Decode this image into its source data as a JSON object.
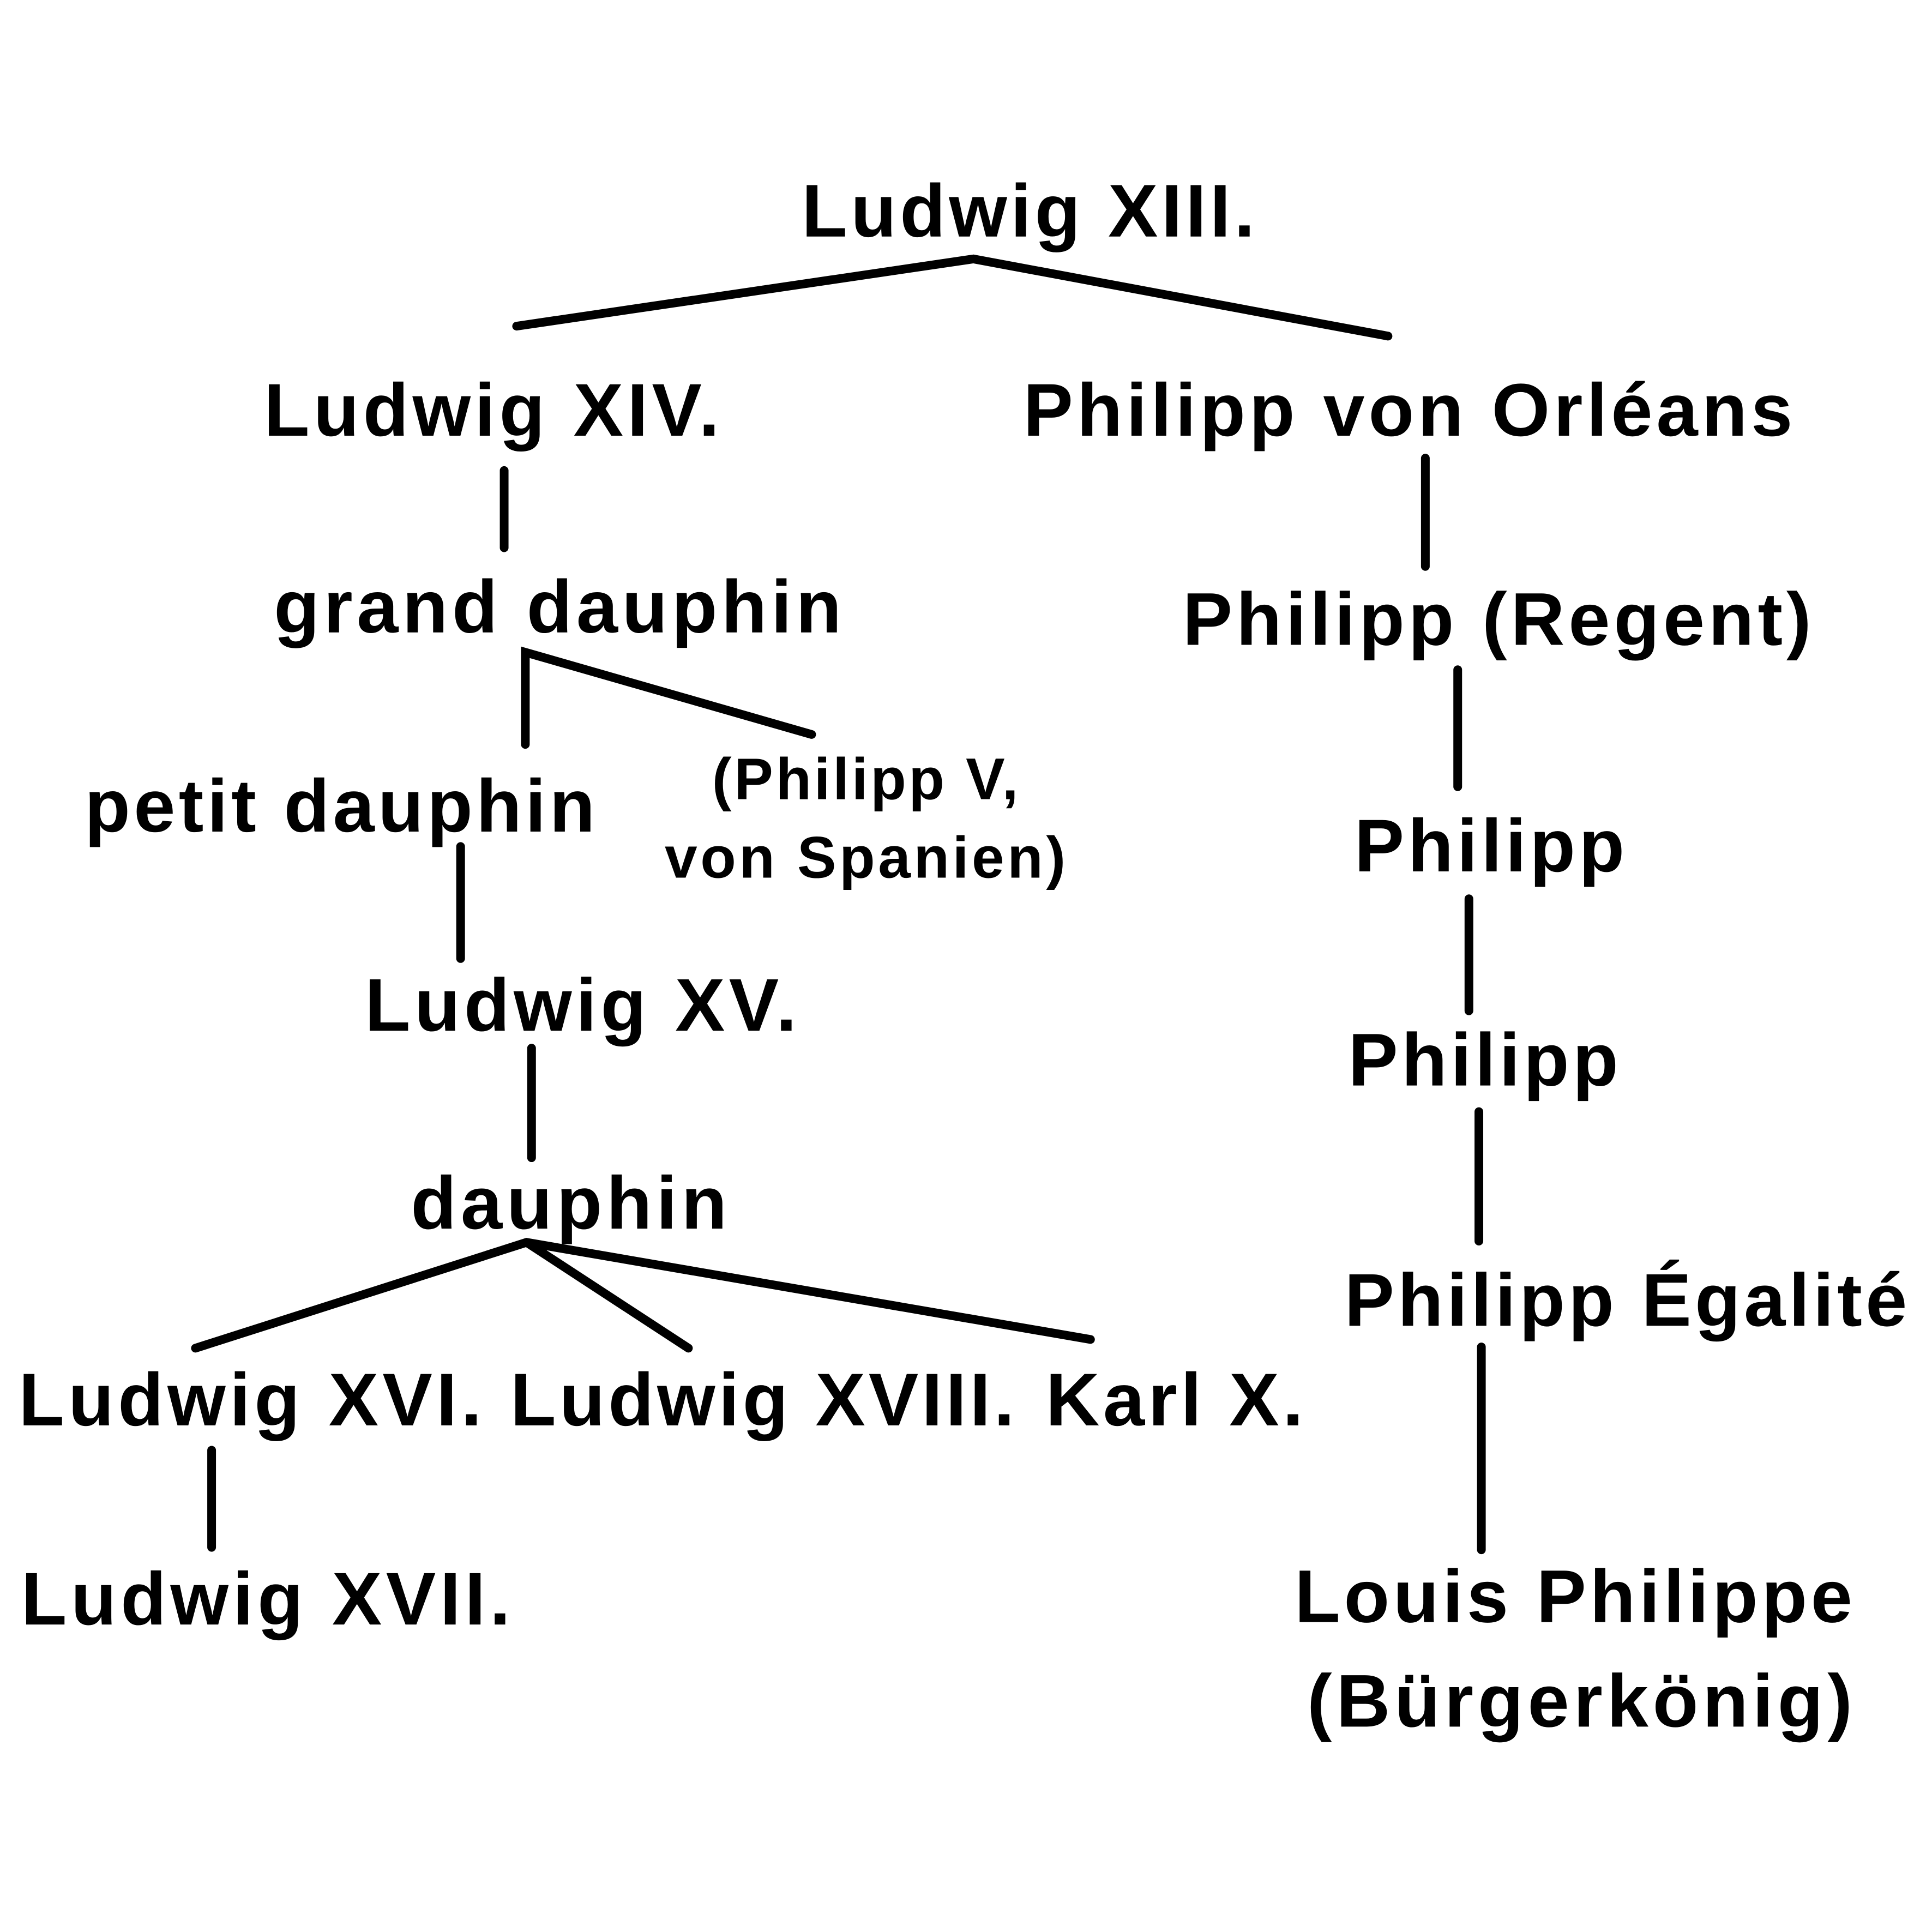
{
  "nodes": {
    "ludwig13": "Ludwig XIII.",
    "ludwig14": "Ludwig XIV.",
    "philipp_orleans": "Philipp von Orléans",
    "grand_dauphin": "grand dauphin",
    "philipp_regent": "Philipp (Regent)",
    "petit_dauphin": "petit dauphin",
    "philipp5_line1": "(Philipp V,",
    "philipp5_line2": "von Spanien)",
    "philipp_a": "Philipp",
    "ludwig15": "Ludwig XV.",
    "philipp_b": "Philipp",
    "dauphin": "dauphin",
    "philipp_egalite": "Philipp Égalité",
    "ludwig16": "Ludwig XVI.",
    "ludwig18": "Ludwig XVIII.",
    "karl10": "Karl X.",
    "ludwig17": "Ludwig XVII.",
    "louis_philippe_line1": "Louis Philippe",
    "louis_philippe_line2": "(Bürgerkönig)"
  }
}
